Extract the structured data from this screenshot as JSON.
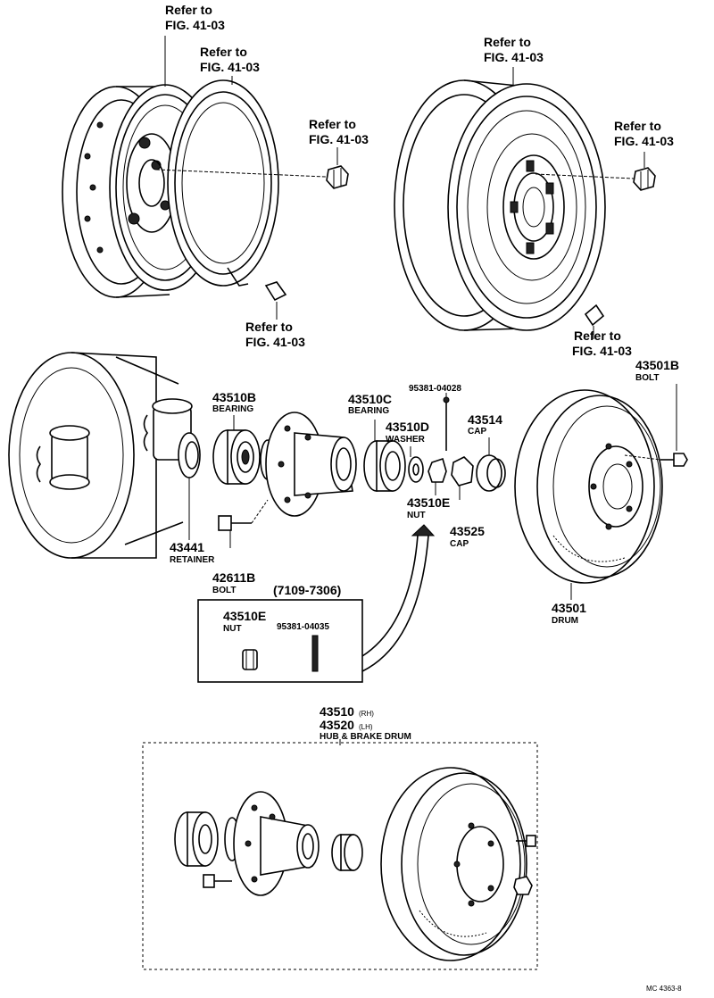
{
  "refs": {
    "r1": [
      "Refer to",
      "FIG. 41-03"
    ],
    "r2": [
      "Refer to",
      "FIG. 41-03"
    ],
    "r3": [
      "Refer to",
      "FIG. 41-03"
    ],
    "r4": [
      "Refer to",
      "FIG. 41-03"
    ],
    "r5": [
      "Refer to",
      "FIG. 41-03"
    ],
    "r6": [
      "Refer to",
      "FIG. 41-03"
    ],
    "r7": [
      "Refer to",
      "FIG. 41-03"
    ]
  },
  "parts": {
    "p43510B": {
      "num": "43510B",
      "name": "BEARING"
    },
    "p43510C": {
      "num": "43510C",
      "name": "BEARING"
    },
    "p95381_04028": {
      "num": "95381-04028"
    },
    "p43510D": {
      "num": "43510D",
      "name": "WASHER"
    },
    "p43514": {
      "num": "43514",
      "name": "CAP"
    },
    "p43501B": {
      "num": "43501B",
      "name": "BOLT"
    },
    "p43441": {
      "num": "43441",
      "name": "RETAINER"
    },
    "p43510E": {
      "num": "43510E",
      "name": "NUT"
    },
    "p43525": {
      "num": "43525",
      "name": "CAP"
    },
    "p42611B": {
      "num": "42611B",
      "name": "BOLT"
    },
    "p43501": {
      "num": "43501",
      "name": "DRUM"
    }
  },
  "inset": {
    "range": "(7109-7306)",
    "nut_num": "43510E",
    "nut_name": "NUT",
    "pin_num": "95381-04035"
  },
  "assembly": {
    "num_rh": "43510",
    "rh": "(RH)",
    "num_lh": "43520",
    "lh": "(LH)",
    "name": "HUB & BRAKE DRUM"
  },
  "footer": "MC 4363-8"
}
